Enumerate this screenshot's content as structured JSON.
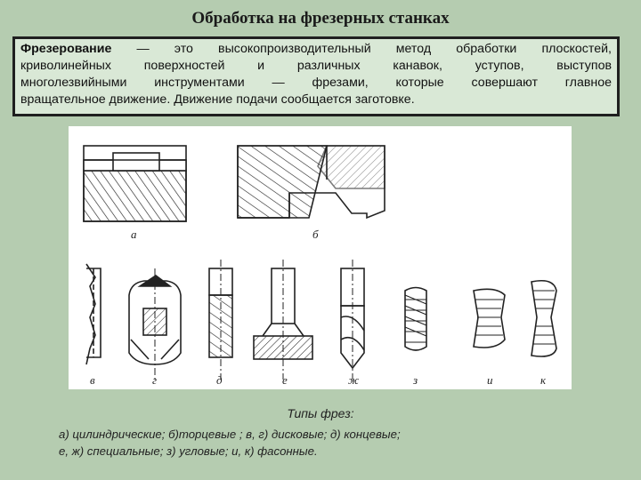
{
  "slide": {
    "title": "Обработка на фрезерных станках"
  },
  "definition": {
    "term": "Фрезерование",
    "line1_rest": " — это высокопроизводительный метод обработки плоскостей,",
    "line2": "криволинейных поверхностей и различных канавок, уступов, выступов",
    "line3": "многолезвийными инструментами — фрезами, которые совершают главное",
    "line4": "вращательное движение. Движение подачи сообщается заготовке."
  },
  "figure": {
    "labels": [
      "а",
      "б",
      "в",
      "г",
      "д",
      "е",
      "ж",
      "з",
      "и",
      "к"
    ]
  },
  "caption": {
    "title": "Типы фрез:",
    "line1": "а) цилиндрические; б)торцевые ; в, г) дисковые; д) концевые;",
    "line2": "е, ж) специальные; з) угловые; и, к) фасонные."
  },
  "colors": {
    "background": "#b5ccb0",
    "box_fill": "#d9e8d6",
    "box_border": "#1f1f1f",
    "drawing_stroke": "#222222"
  }
}
